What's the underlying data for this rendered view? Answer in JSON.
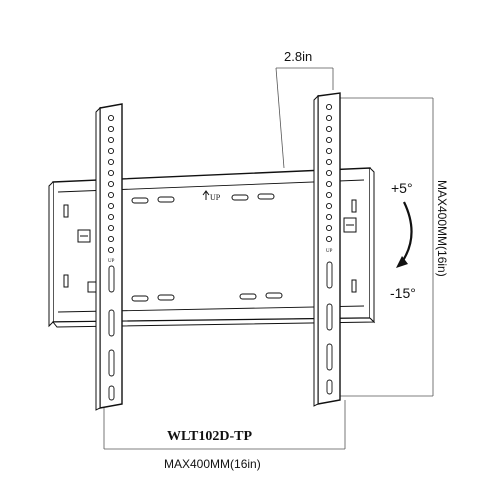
{
  "diagram": {
    "depth_label": "2.8in",
    "tilt_up_label": "+5°",
    "tilt_down_label": "-15°",
    "vertical_dim_label": "MAX400MM(16in)",
    "horizontal_dim_label": "MAX400MM(16in)",
    "model_label": "WLT102D-TP",
    "up_marker_label": "UP"
  }
}
